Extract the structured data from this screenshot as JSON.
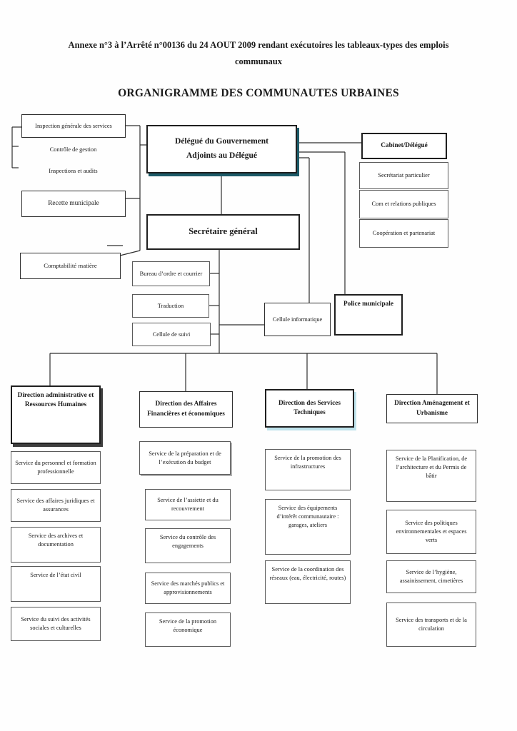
{
  "header": {
    "annexe_line1": "Annexe n°3 à l’Arrêté n°00136 du 24 AOUT 2009 rendant exécutoires les tableaux-types des emplois",
    "annexe_line2": "communaux",
    "title": "ORGANIGRAMME DES COMMUNAUTES URBAINES"
  },
  "org": {
    "inspection": "Inspection générale des services",
    "controle_gestion": "Contrôle de gestion",
    "inspections_audits": "Inspections et audits",
    "recette": "Recette municipale",
    "delegue_line1": "Délégué du Gouvernement",
    "delegue_line2": "Adjoints au Délégué",
    "cabinet": "Cabinet/Délégué",
    "secretariat_particulier": "Secrétariat particulier",
    "com_relations": "Com et relations publiques",
    "cooperation": "Coopération et partenariat",
    "secretaire_general": "Secrétaire général",
    "comptabilite": "Comptabilité matière",
    "bureau_ordre": "Bureau d’ordre et courrier",
    "traduction": "Traduction",
    "cellule_suivi": "Cellule de suivi",
    "cellule_informatique": "Cellule informatique",
    "police": "Police municipale"
  },
  "directions": [
    {
      "title": "Direction administrative et Ressources Humaines",
      "services": [
        "Service du personnel et formation professionnelle",
        "Service des affaires juridiques et assurances",
        "Service des archives et documentation",
        "Service de l’état civil",
        "Service du suivi des activités sociales et culturelles"
      ]
    },
    {
      "title": "Direction des Affaires Financières et économiques",
      "services": [
        "Service de la préparation et de l’exécution du budget",
        "Service de l’assiette et du recouvrement",
        "Service du contrôle des engagements",
        "Service des marchés publics et approvisionnements",
        "Service de la promotion économique"
      ]
    },
    {
      "title": "Direction des Services Techniques",
      "services": [
        "Service de la promotion des infrastructures",
        "Service des équipements d’intérêt communautaire : garages, ateliers",
        "Service de la coordination des réseaux (eau, électricité, routes)"
      ]
    },
    {
      "title": "Direction Aménagement et Urbanisme",
      "services": [
        "Service de la Planification, de l’architecture et du Permis de bâtir",
        "Service des politiques environnementales et espaces verts",
        "Service de l’hygiène, assainissement, cimetières",
        "Service des transports et de la circulation"
      ]
    }
  ],
  "colors": {
    "line": "#2e2e2e",
    "delegue_shadow": "#1c5a68",
    "services_techniques_shadow": "#bfe3ec",
    "direction_admin_shadow": "#3d3d3d"
  }
}
